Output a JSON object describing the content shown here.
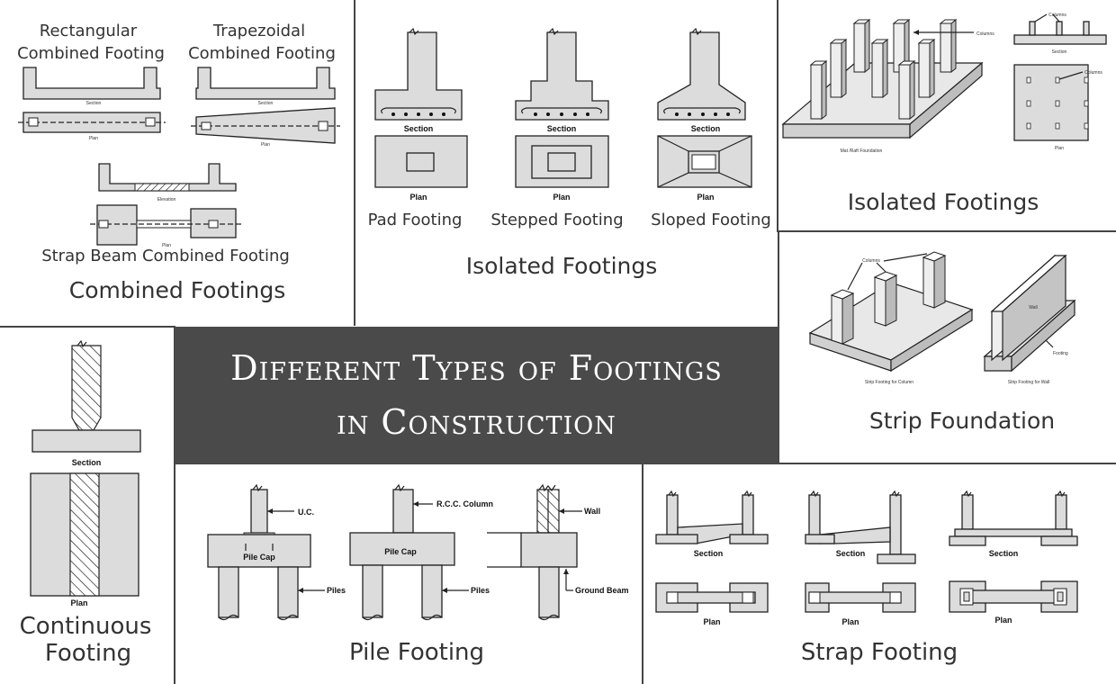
{
  "title": {
    "line1": "Different Types of Footings",
    "line2": "in Construction"
  },
  "combined": {
    "rect_title_1": "Rectangular",
    "rect_title_2": "Combined Footing",
    "trap_title_1": "Trapezoidal",
    "trap_title_2": "Combined Footing",
    "section_label": "Section",
    "plan_label": "Plan",
    "elevation_label": "Elevation",
    "strap_title": "Strap Beam Combined Footing",
    "panel_title": "Combined Footings"
  },
  "isolated": {
    "section_label": "Section",
    "plan_label": "Plan",
    "pad": "Pad Footing",
    "stepped": "Stepped Footing",
    "sloped": "Sloped Footing",
    "panel_title": "Isolated Footings"
  },
  "mat": {
    "columns_label": "Columns",
    "mat_label": "Mat /Raft Foundation",
    "section_label": "Section",
    "plan_label": "Plan",
    "panel_title": "Isolated Footings"
  },
  "strip": {
    "columns_label": "Columns",
    "wall_label": "Wall",
    "footing_label": "Footing",
    "for_column": "Strip Footing for Column",
    "for_wall": "Strip Footing for Wall",
    "panel_title": "Strip Foundation"
  },
  "continuous": {
    "section_label": "Section",
    "plan_label": "Plan",
    "panel_title_1": "Continuous",
    "panel_title_2": "Footing"
  },
  "pile": {
    "uc_label": "U.C.",
    "rcc_label": "R.C.C. Column",
    "wall_label": "Wall",
    "pile_cap": "Pile Cap",
    "piles": "Piles",
    "ground_beam": "Ground Beam",
    "panel_title": "Pile Footing"
  },
  "strap": {
    "section_label": "Section",
    "plan_label": "Plan",
    "panel_title": "Strap Footing"
  }
}
